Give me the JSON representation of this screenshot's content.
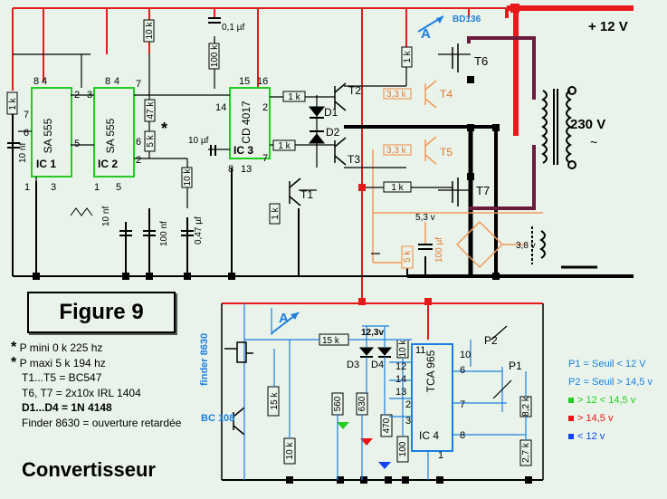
{
  "figure_title": "Figure 9",
  "caption": "Convertisseur",
  "notes": {
    "pmin": "P mini 0 k 225 hz",
    "pmax": "P maxi 5 k 194 hz",
    "transistors_small": "T1...T5 = BC547",
    "transistors_power": "T6, T7 = 2x10x IRL 1404",
    "diodes": "D1...D4 = 1N 4148",
    "relay": "Finder 8630 = ouverture retardée"
  },
  "legend": {
    "p1": "P1 = Seuil < 12 V",
    "p2": "P2 = Seuil > 14,5 v",
    "green": "> 12 < 14,5 v",
    "red": "> 14,5 v",
    "blue": "< 12 v",
    "colors": {
      "green": "#22cc22",
      "red": "#ee1111",
      "blue": "#1144ee"
    }
  },
  "voltages": {
    "supply": "+ 12 V",
    "output": "230 V",
    "aux": "3,8 v",
    "reg": "5,3 v",
    "zener": "12,3v"
  },
  "ics": {
    "ic1": {
      "name": "SA 555",
      "ref": "IC 1"
    },
    "ic2": {
      "name": "SA 555",
      "ref": "IC 2"
    },
    "ic3": {
      "name": "CD 4017",
      "ref": "IC 3"
    },
    "ic4": {
      "name": "TCA 965",
      "ref": "IC 4"
    }
  },
  "components": {
    "bd136": "BD136",
    "t1": "T1",
    "t2": "T2",
    "t3": "T3",
    "t4": "T4",
    "t5": "T5",
    "t6": "T6",
    "t7": "T7",
    "d1": "D1",
    "d2": "D2",
    "d3": "D3",
    "d4": "D4",
    "r_1k": "1 k",
    "r_10k": "10 k",
    "r_100k": "100 k",
    "r_47k": "47 k",
    "r_5k": "5 k",
    "r_33k": "3,3 k",
    "r_15k": "15 k",
    "r_560": "560",
    "r_630": "630",
    "r_470": "470",
    "r_100": "100",
    "r_82k": "8,2 k",
    "r_27k": "2,7 k",
    "c_10nf": "10 nf",
    "c_100nf": "100 nf",
    "c_01uf": "0,1 µf",
    "c_047uf": "0,47 µf",
    "c_10uf": "10 µf",
    "c_100uf": "100 µf",
    "p1": "P1",
    "p2": "P2",
    "marker_a": "A",
    "bc108": "BC 108",
    "finder": "finder 8630",
    "star": "*"
  }
}
